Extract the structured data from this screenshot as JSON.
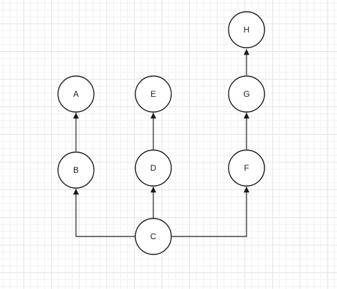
{
  "diagram": {
    "nodes": [
      {
        "id": "A",
        "label": "A"
      },
      {
        "id": "B",
        "label": "B"
      },
      {
        "id": "C",
        "label": "C"
      },
      {
        "id": "D",
        "label": "D"
      },
      {
        "id": "E",
        "label": "E"
      },
      {
        "id": "F",
        "label": "F"
      },
      {
        "id": "G",
        "label": "G"
      },
      {
        "id": "H",
        "label": "H"
      }
    ],
    "edges": [
      {
        "from": "B",
        "to": "A"
      },
      {
        "from": "C",
        "to": "B"
      },
      {
        "from": "C",
        "to": "D"
      },
      {
        "from": "D",
        "to": "E"
      },
      {
        "from": "C",
        "to": "F"
      },
      {
        "from": "F",
        "to": "G"
      },
      {
        "from": "G",
        "to": "H"
      }
    ],
    "colors": {
      "stroke": "#1a1a1a",
      "node_fill": "#ffffff",
      "grid": "#e4e4e4"
    }
  }
}
